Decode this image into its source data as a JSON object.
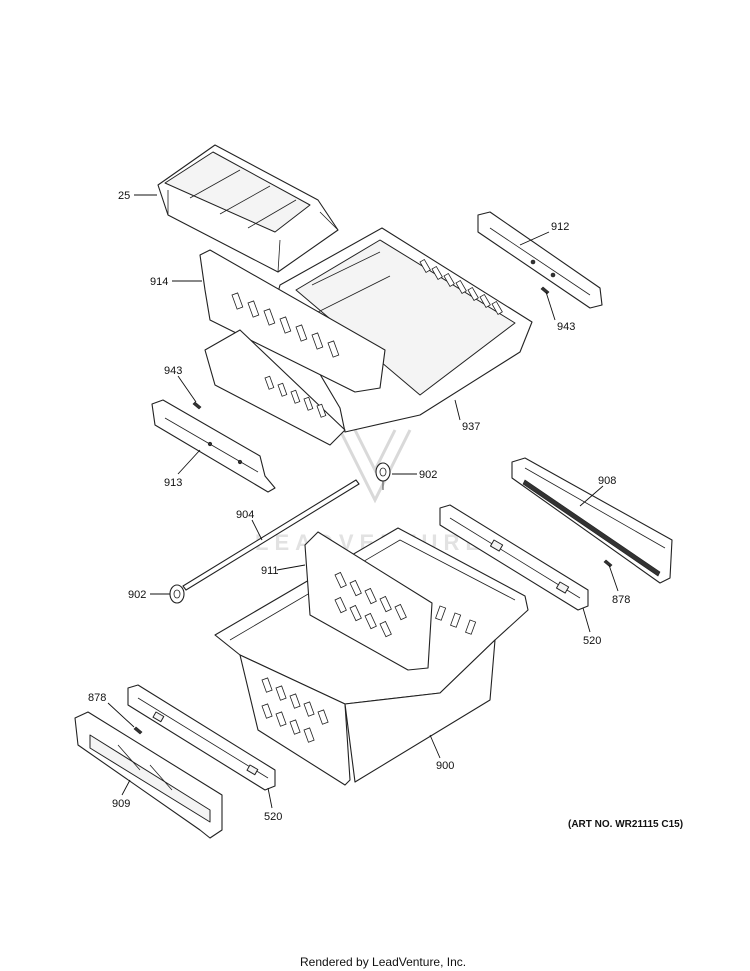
{
  "callouts": {
    "c25": "25",
    "c914": "914",
    "c912": "912",
    "c943a": "943",
    "c943b": "943",
    "c937": "937",
    "c913": "913",
    "c902a": "902",
    "c908": "908",
    "c904": "904",
    "c911": "911",
    "c902b": "902",
    "c878a": "878",
    "c520a": "520",
    "c878b": "878",
    "c900": "900",
    "c909": "909",
    "c520b": "520"
  },
  "art_number": "(ART NO. WR21115 C15)",
  "footer": "Rendered by LeadVenture, Inc."
}
